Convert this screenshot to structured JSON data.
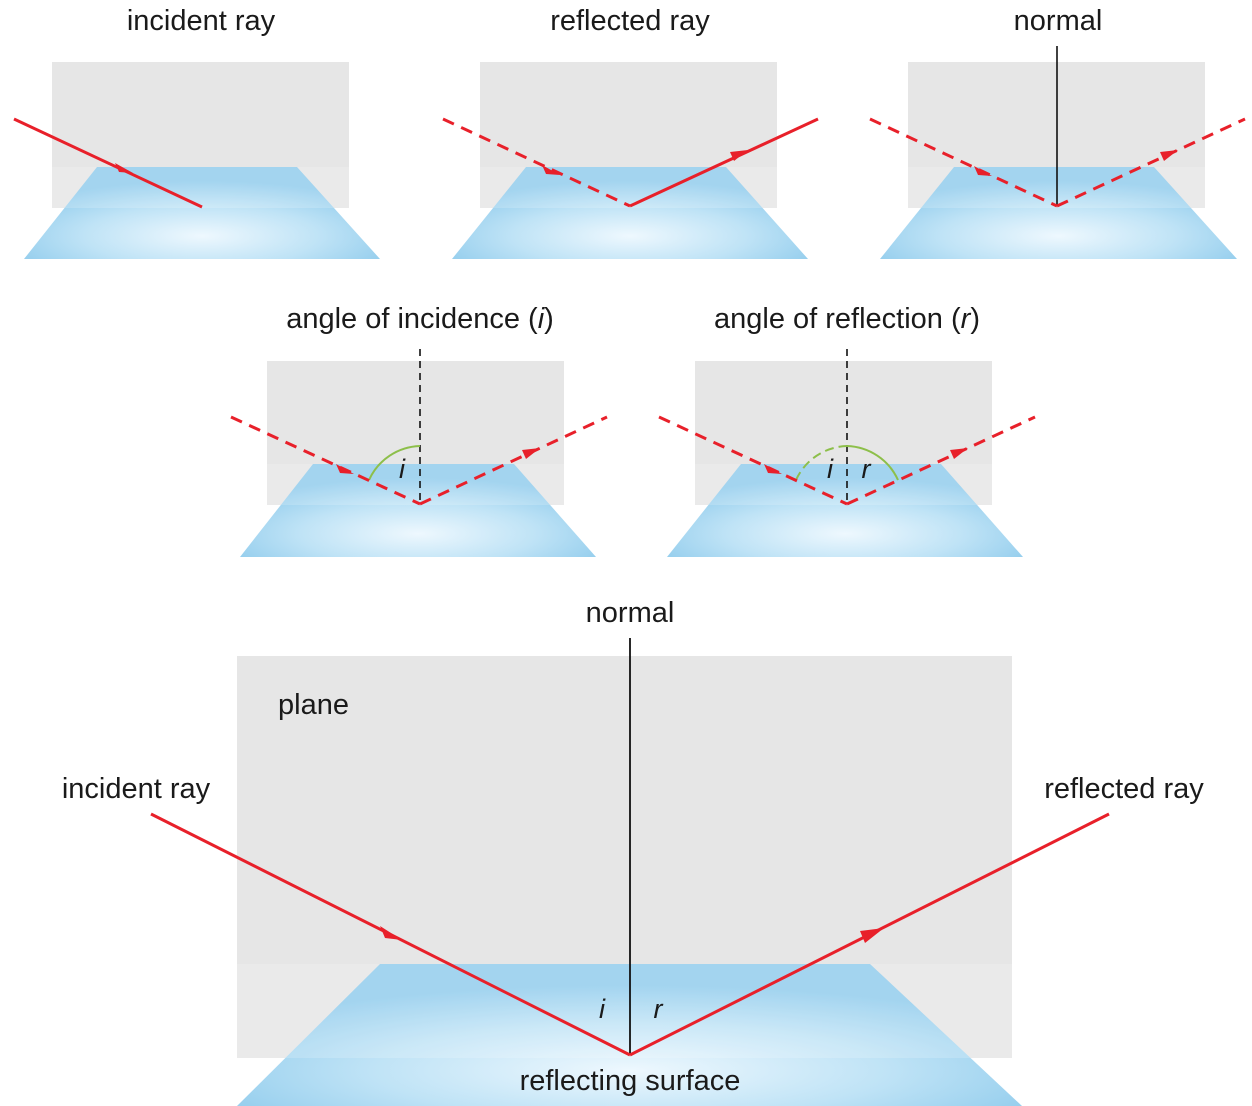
{
  "panel_incident": {
    "title": "incident ray"
  },
  "panel_reflected": {
    "title": "reflected ray"
  },
  "panel_normal": {
    "title": "normal"
  },
  "panel_angle_incidence": {
    "title_prefix": "angle of incidence (",
    "title_symbol": "i",
    "title_suffix": ")",
    "angle_label": "i"
  },
  "panel_angle_reflection": {
    "title_prefix": "angle of reflection (",
    "title_symbol": "r",
    "title_suffix": ")",
    "angle_label_i": "i",
    "angle_label_r": "r"
  },
  "main_diagram": {
    "normal_label": "normal",
    "plane_label": "plane",
    "incident_label": "incident ray",
    "reflected_label": "reflected ray",
    "angle_i_label": "i",
    "angle_r_label": "r",
    "surface_label": "reflecting surface"
  },
  "colors": {
    "ray": "#e8202a",
    "normal_line": "#111111",
    "plane_gray": "#e6e6e6",
    "surface_blue": "#9fd3ef",
    "surface_light": "#e8f6fd",
    "angle_arc": "#8dbf4a"
  }
}
